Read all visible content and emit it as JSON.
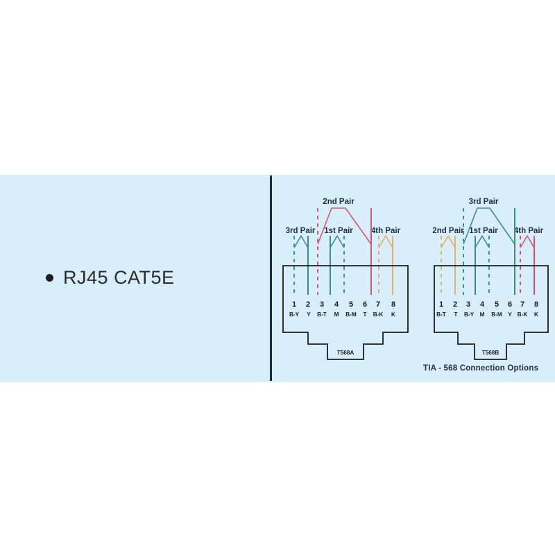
{
  "slide": {
    "background_color": "#d9eefb",
    "page_background": "#ffffff",
    "divider_color": "#1b2b38"
  },
  "left_panel": {
    "bullets": [
      {
        "text": "RJ45 CAT5E"
      }
    ]
  },
  "right_panel": {
    "caption": "TIA - 568 Connection Options",
    "diagrams": [
      {
        "id": "t568a",
        "standard_label": "T568A",
        "pair_brackets": [
          {
            "label": "3rd Pair",
            "pins": [
              1,
              2
            ],
            "color": "#3f8f80"
          },
          {
            "label": "1st Pair",
            "pins": [
              4,
              5
            ],
            "color": "#3f8f80"
          },
          {
            "label": "2nd Pair",
            "pins": [
              3,
              6
            ],
            "color": "#d2566e"
          },
          {
            "label": "4th Pair",
            "pins": [
              7,
              8
            ],
            "color": "#e0b068"
          }
        ],
        "pins": [
          {
            "number": "1",
            "code": "B-Y",
            "color": "#3f8f80",
            "striped": true
          },
          {
            "number": "2",
            "code": "Y",
            "color": "#3f8f80",
            "striped": false
          },
          {
            "number": "3",
            "code": "B-T",
            "color": "#d2566e",
            "striped": true
          },
          {
            "number": "4",
            "code": "M",
            "color": "#3f8f80",
            "striped": false
          },
          {
            "number": "5",
            "code": "B-M",
            "color": "#3f8f80",
            "striped": true
          },
          {
            "number": "6",
            "code": "T",
            "color": "#d2566e",
            "striped": false
          },
          {
            "number": "7",
            "code": "B-K",
            "color": "#e0b068",
            "striped": true
          },
          {
            "number": "8",
            "code": "K",
            "color": "#e0b068",
            "striped": false
          }
        ]
      },
      {
        "id": "t568b",
        "standard_label": "T568B",
        "pair_brackets": [
          {
            "label": "2nd Pair",
            "pins": [
              1,
              2
            ],
            "color": "#e0b068"
          },
          {
            "label": "1st Pair",
            "pins": [
              4,
              5
            ],
            "color": "#3f8f80"
          },
          {
            "label": "3rd Pair",
            "pins": [
              3,
              6
            ],
            "color": "#3f8f80"
          },
          {
            "label": "4th Pair",
            "pins": [
              7,
              8
            ],
            "color": "#d2566e"
          }
        ],
        "pins": [
          {
            "number": "1",
            "code": "B-T",
            "color": "#e0b068",
            "striped": true
          },
          {
            "number": "2",
            "code": "T",
            "color": "#e0b068",
            "striped": false
          },
          {
            "number": "3",
            "code": "B-Y",
            "color": "#3f8f80",
            "striped": true
          },
          {
            "number": "4",
            "code": "M",
            "color": "#3f8f80",
            "striped": false
          },
          {
            "number": "5",
            "code": "B-M",
            "color": "#3f8f80",
            "striped": true
          },
          {
            "number": "6",
            "code": "Y",
            "color": "#3f8f80",
            "striped": false
          },
          {
            "number": "7",
            "code": "B-K",
            "color": "#d2566e",
            "striped": true
          },
          {
            "number": "8",
            "code": "K",
            "color": "#d2566e",
            "striped": false
          }
        ]
      }
    ]
  }
}
